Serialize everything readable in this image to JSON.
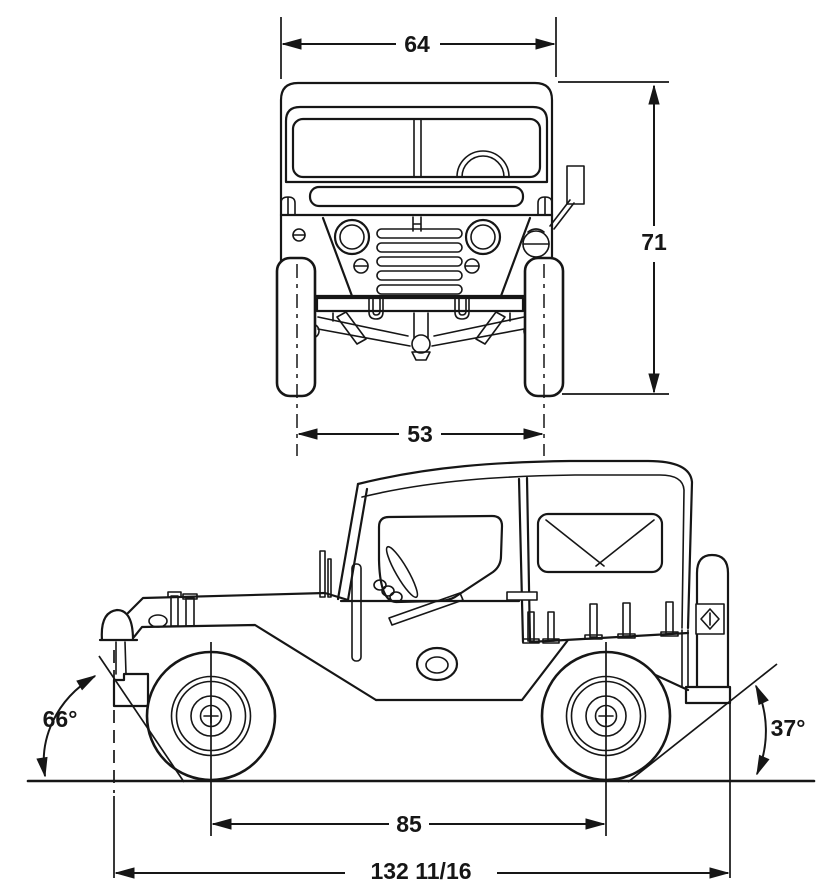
{
  "drawing": {
    "front_view": {
      "width_label": "64",
      "height_label": "71",
      "track_label": "53"
    },
    "side_view": {
      "approach_angle_label": "66°",
      "departure_angle_label": "37°",
      "wheelbase_label": "85",
      "length_label": "132 11/16"
    },
    "colors": {
      "ink": "#161616",
      "paper": "#ffffff"
    }
  }
}
